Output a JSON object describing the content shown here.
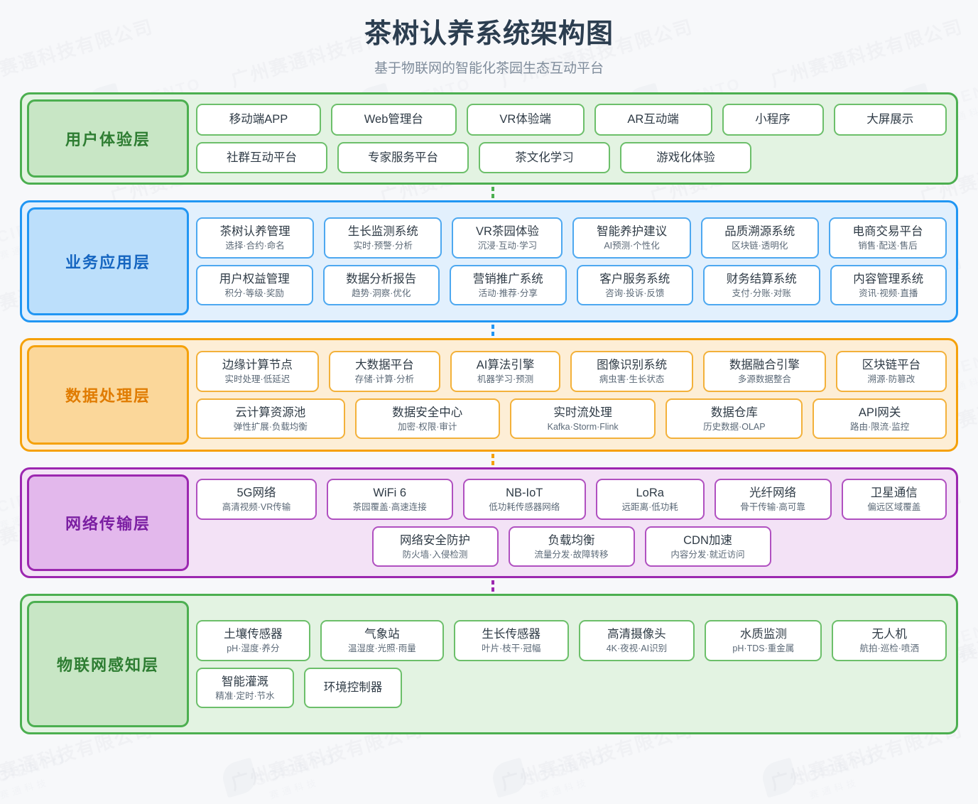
{
  "header": {
    "title": "茶树认养系统架构图",
    "subtitle": "基于物联网的智能化茶园生态互动平台"
  },
  "watermark": {
    "company": "广州赛通科技有限公司",
    "brand_en": "SCIENTO",
    "brand_cn": "赛通科技"
  },
  "layers": [
    {
      "id": "layer-user",
      "title": "用户体验层",
      "theme": "green",
      "accent": "#4caf50",
      "rows": [
        [
          {
            "title": "移动端APP"
          },
          {
            "title": "Web管理台"
          },
          {
            "title": "VR体验端"
          },
          {
            "title": "AR互动端"
          },
          {
            "title": "小程序"
          },
          {
            "title": "大屏展示"
          }
        ],
        [
          {
            "title": "社群互动平台"
          },
          {
            "title": "专家服务平台"
          },
          {
            "title": "茶文化学习"
          },
          {
            "title": "游戏化体验"
          }
        ]
      ]
    },
    {
      "id": "layer-business",
      "title": "业务应用层",
      "theme": "blue",
      "accent": "#2196f3",
      "rows": [
        [
          {
            "title": "茶树认养管理",
            "sub": "选择·合约·命名"
          },
          {
            "title": "生长监测系统",
            "sub": "实时·预警·分析"
          },
          {
            "title": "VR茶园体验",
            "sub": "沉浸·互动·学习"
          },
          {
            "title": "智能养护建议",
            "sub": "AI预测·个性化"
          },
          {
            "title": "品质溯源系统",
            "sub": "区块链·透明化"
          },
          {
            "title": "电商交易平台",
            "sub": "销售·配送·售后"
          }
        ],
        [
          {
            "title": "用户权益管理",
            "sub": "积分·等级·奖励"
          },
          {
            "title": "数据分析报告",
            "sub": "趋势·洞察·优化"
          },
          {
            "title": "营销推广系统",
            "sub": "活动·推荐·分享"
          },
          {
            "title": "客户服务系统",
            "sub": "咨询·投诉·反馈"
          },
          {
            "title": "财务结算系统",
            "sub": "支付·分账·对账"
          },
          {
            "title": "内容管理系统",
            "sub": "资讯·视频·直播"
          }
        ]
      ]
    },
    {
      "id": "layer-data",
      "title": "数据处理层",
      "theme": "orange",
      "accent": "#f5a10a",
      "rows": [
        [
          {
            "title": "边缘计算节点",
            "sub": "实时处理·低延迟"
          },
          {
            "title": "大数据平台",
            "sub": "存储·计算·分析"
          },
          {
            "title": "AI算法引擎",
            "sub": "机器学习·预测"
          },
          {
            "title": "图像识别系统",
            "sub": "病虫害·生长状态"
          },
          {
            "title": "数据融合引擎",
            "sub": "多源数据整合"
          },
          {
            "title": "区块链平台",
            "sub": "溯源·防篡改"
          }
        ],
        [
          {
            "title": "云计算资源池",
            "sub": "弹性扩展·负载均衡"
          },
          {
            "title": "数据安全中心",
            "sub": "加密·权限·审计"
          },
          {
            "title": "实时流处理",
            "sub": "Kafka·Storm·Flink"
          },
          {
            "title": "数据仓库",
            "sub": "历史数据·OLAP"
          },
          {
            "title": "API网关",
            "sub": "路由·限流·监控"
          }
        ]
      ]
    },
    {
      "id": "layer-network",
      "title": "网络传输层",
      "theme": "purple",
      "accent": "#9c27b0",
      "rows": [
        [
          {
            "title": "5G网络",
            "sub": "高清视频·VR传输"
          },
          {
            "title": "WiFi 6",
            "sub": "茶园覆盖·高速连接"
          },
          {
            "title": "NB-IoT",
            "sub": "低功耗传感器网络"
          },
          {
            "title": "LoRa",
            "sub": "远距离·低功耗"
          },
          {
            "title": "光纤网络",
            "sub": "骨干传输·高可靠"
          },
          {
            "title": "卫星通信",
            "sub": "偏远区域覆盖"
          }
        ],
        [
          {
            "title": "网络安全防护",
            "sub": "防火墙·入侵检测"
          },
          {
            "title": "负载均衡",
            "sub": "流量分发·故障转移"
          },
          {
            "title": "CDN加速",
            "sub": "内容分发·就近访问"
          }
        ]
      ]
    },
    {
      "id": "layer-iot",
      "title": "物联网感知层",
      "theme": "green",
      "accent": "#4caf50",
      "rows": [
        [
          {
            "title": "土壤传感器",
            "sub": "pH·湿度·养分"
          },
          {
            "title": "气象站",
            "sub": "温湿度·光照·雨量"
          },
          {
            "title": "生长传感器",
            "sub": "叶片·枝干·冠幅"
          },
          {
            "title": "高清摄像头",
            "sub": "4K·夜视·AI识别"
          },
          {
            "title": "水质监测",
            "sub": "pH·TDS·重金属"
          },
          {
            "title": "无人机",
            "sub": "航拍·巡检·喷洒"
          }
        ],
        [
          {
            "title": "智能灌溉",
            "sub": "精准·定时·节水"
          },
          {
            "title": "环境控制器"
          }
        ]
      ]
    }
  ],
  "connectors": [
    {
      "after": "layer-user",
      "color": "#4caf50"
    },
    {
      "after": "layer-business",
      "color": "#2196f3"
    },
    {
      "after": "layer-data",
      "color": "#f5a10a"
    },
    {
      "after": "layer-network",
      "color": "#9c27b0"
    }
  ]
}
